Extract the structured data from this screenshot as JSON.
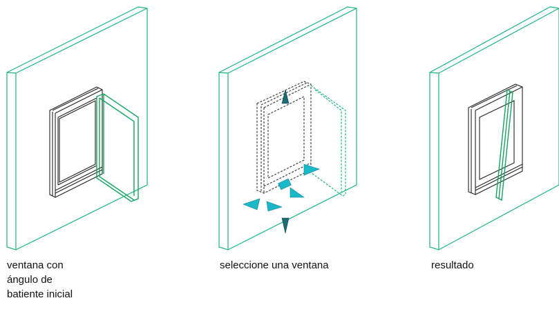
{
  "panels": [
    {
      "id": "panel-initial",
      "caption_lines": [
        "ventana con",
        "ángulo de",
        "batiente inicial"
      ]
    },
    {
      "id": "panel-select",
      "caption_lines": [
        "seleccione una ventana"
      ]
    },
    {
      "id": "panel-result",
      "caption_lines": [
        "resultado"
      ]
    }
  ],
  "colors": {
    "wall": "#1db57a",
    "frame": "#222222",
    "sash": "#14a35f",
    "grip": "#1ab8c9",
    "grip_dark": "#1a6b72"
  }
}
